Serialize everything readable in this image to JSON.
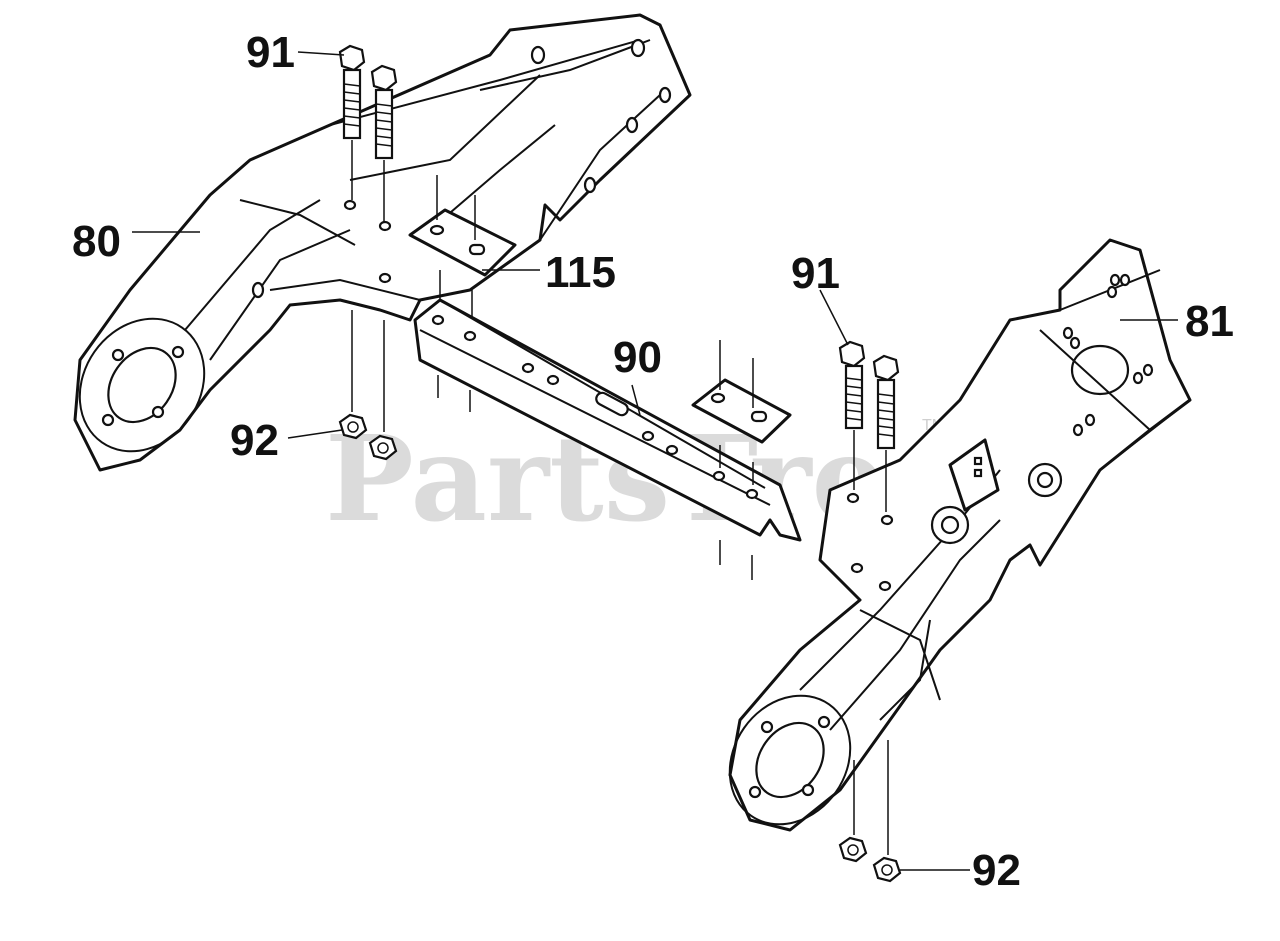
{
  "watermark": {
    "text": "PartsTree",
    "tm": "TM"
  },
  "callouts": [
    {
      "id": "91",
      "label": "91"
    },
    {
      "id": "80",
      "label": "80"
    },
    {
      "id": "115",
      "label": "115"
    },
    {
      "id": "90",
      "label": "90"
    },
    {
      "id": "92",
      "label": "92"
    },
    {
      "id": "91",
      "label": "91"
    },
    {
      "id": "81",
      "label": "81"
    },
    {
      "id": "92",
      "label": "92"
    }
  ]
}
